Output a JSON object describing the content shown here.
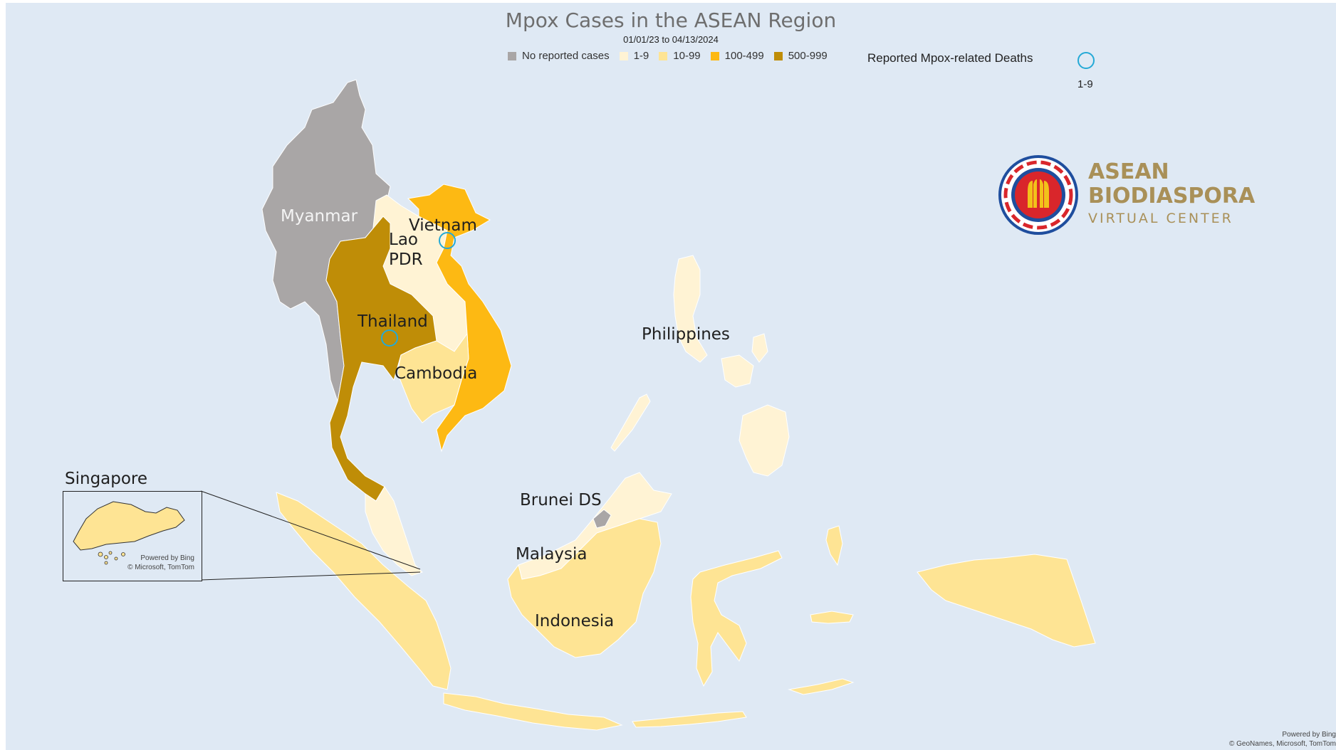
{
  "title": "Mpox Cases in the ASEAN Region",
  "date_range": "01/01/23 to 04/13/2024",
  "legend": {
    "categories": [
      {
        "label": "No reported cases",
        "color": "#a9a6a6"
      },
      {
        "label": "1-9",
        "color": "#fff3d4"
      },
      {
        "label": "10-99",
        "color": "#fee494"
      },
      {
        "label": "100-499",
        "color": "#fdb913"
      },
      {
        "label": "500-999",
        "color": "#bf8d07"
      }
    ],
    "deaths_label": "Reported Mpox-related Deaths",
    "deaths_range": "1-9",
    "deaths_color": "#24a9d6"
  },
  "countries": [
    {
      "name": "Myanmar",
      "category": "No reported cases",
      "deaths": false
    },
    {
      "name": "Lao PDR",
      "category": "1-9",
      "deaths": false
    },
    {
      "name": "Vietnam",
      "category": "100-499",
      "deaths": true
    },
    {
      "name": "Thailand",
      "category": "500-999",
      "deaths": true
    },
    {
      "name": "Cambodia",
      "category": "10-99",
      "deaths": false
    },
    {
      "name": "Philippines",
      "category": "1-9",
      "deaths": false
    },
    {
      "name": "Brunei DS",
      "category": "No reported cases",
      "deaths": false
    },
    {
      "name": "Malaysia",
      "category": "1-9",
      "deaths": false
    },
    {
      "name": "Indonesia",
      "category": "10-99",
      "deaths": false
    },
    {
      "name": "Singapore",
      "category": "10-99",
      "deaths": false
    }
  ],
  "labels": {
    "myanmar": "Myanmar",
    "lao_line1": "Lao",
    "lao_line2": "PDR",
    "vietnam": "Vietnam",
    "thailand": "Thailand",
    "cambodia": "Cambodia",
    "philippines": "Philippines",
    "brunei": "Brunei DS",
    "malaysia": "Malaysia",
    "indonesia": "Indonesia",
    "singapore": "Singapore"
  },
  "logo": {
    "line1": "ASEAN",
    "line2": "BIODIASPORA",
    "line3": "VIRTUAL CENTER",
    "color": "#a99058"
  },
  "attribution": {
    "line1": "Powered by Bing",
    "line2": "© GeoNames, Microsoft, TomTom"
  },
  "inset_attribution": {
    "line1": "Powered by Bing",
    "line2": "© Microsoft, TomTom"
  }
}
